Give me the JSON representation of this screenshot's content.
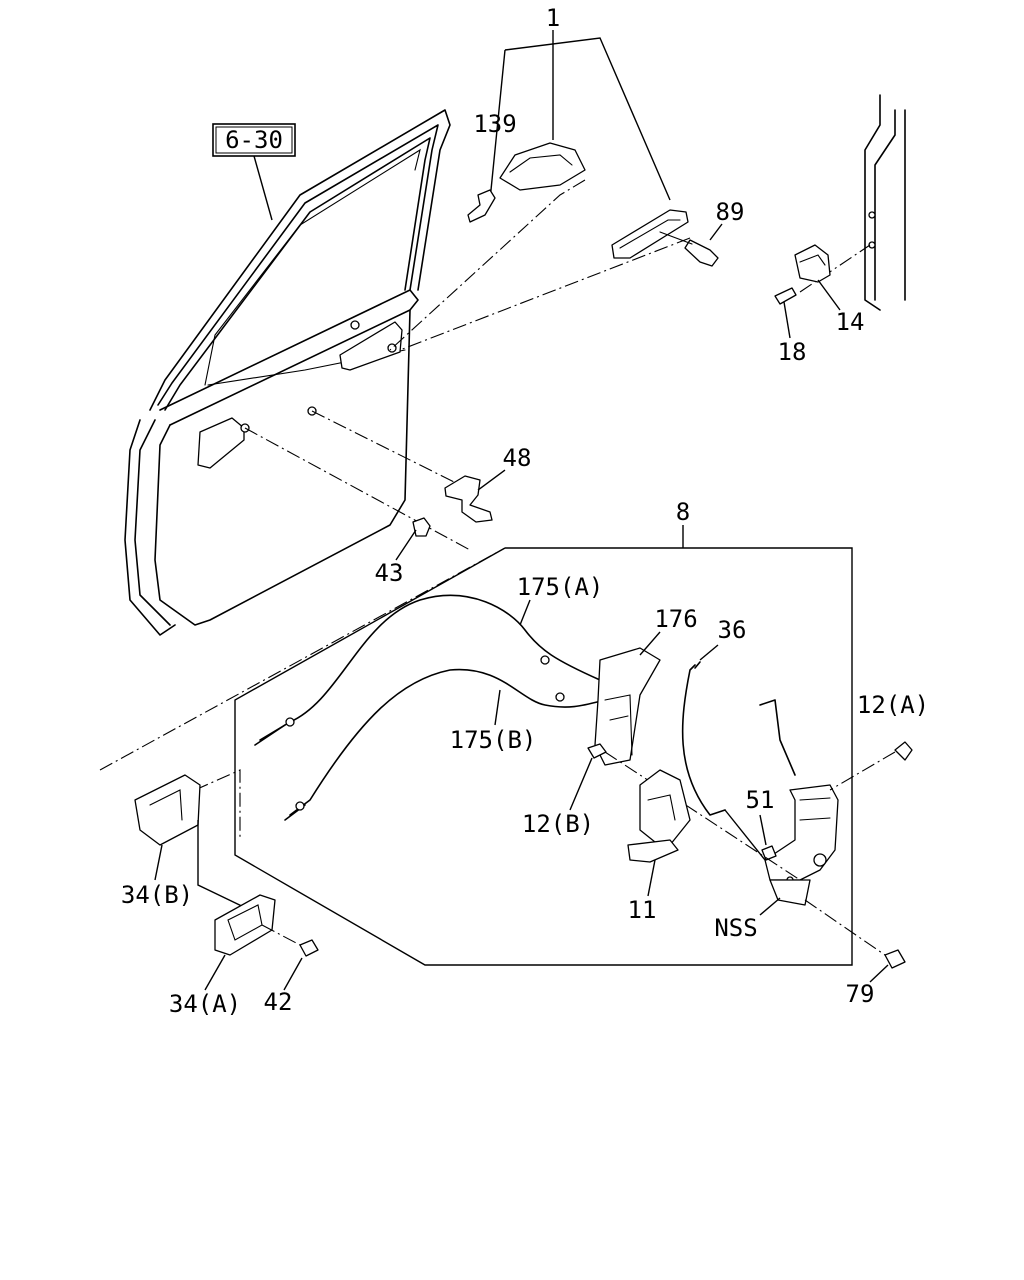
{
  "callouts": {
    "c1": "1",
    "c139": "139",
    "c89": "89",
    "c630": "6-30",
    "c14": "14",
    "c18": "18",
    "c48": "48",
    "c43": "43",
    "c8": "8",
    "c175a": "175(A)",
    "c176": "176",
    "c36": "36",
    "c12a": "12(A)",
    "c175b": "175(B)",
    "c51": "51",
    "c12b": "12(B)",
    "c34b": "34(B)",
    "c11": "11",
    "cnss": "NSS",
    "c34a": "34(A)",
    "c42": "42",
    "c79": "79"
  }
}
